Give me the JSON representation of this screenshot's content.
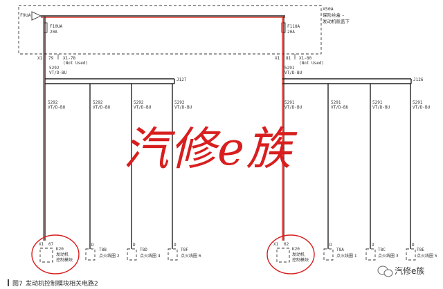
{
  "diagram": {
    "fuse_box_code": "X50A",
    "fuse_box_name_line1": "保险丝盒 –",
    "fuse_box_name_line2": "发动机舱盖下",
    "power_supply": "F9UA",
    "fuse_left": {
      "name": "F10UA",
      "rating": "20A"
    },
    "fuse_right": {
      "name": "F11UA",
      "rating": "20A"
    },
    "left_connector_labels": {
      "x1": "X1",
      "pin": "79",
      "x178": "X1-78",
      "not_used": "(Not Used)"
    },
    "right_connector_labels": {
      "x1": "X1",
      "pin": "81",
      "x180": "X1-80",
      "not_used": "(Not Used)"
    },
    "left_feed_wire": {
      "id": "5292",
      "color": "VT/D-BU"
    },
    "right_feed_wire": {
      "id": "5291",
      "color": "VT/D-BU"
    },
    "left_splice": "J127",
    "right_splice": "J126",
    "left_branch_wires": [
      {
        "id": "5292",
        "color": "VT/D-BU"
      },
      {
        "id": "5292",
        "color": "VT/D-BU"
      },
      {
        "id": "5292",
        "color": "VT/D-BU"
      },
      {
        "id": "5292",
        "color": "VT/D-BU"
      }
    ],
    "right_branch_wires": [
      {
        "id": "5291",
        "color": "VT/D-BU"
      },
      {
        "id": "5291",
        "color": "VT/D-BU"
      },
      {
        "id": "5291",
        "color": "VT/D-BU"
      },
      {
        "id": "5291",
        "color": "VT/D-BU"
      }
    ],
    "left_ecm": {
      "conn": "X1",
      "pin": "67",
      "code": "K20",
      "name_line1": "发动机",
      "name_line2": "控制模块"
    },
    "right_ecm": {
      "conn": "X1",
      "pin": "62",
      "code": "K20",
      "name_line1": "发动机",
      "name_line2": "控制模块"
    },
    "coil_pin": "D",
    "left_coils": [
      {
        "code": "T8B",
        "name": "点火线圈 2"
      },
      {
        "code": "T8D",
        "name": "点火线圈 4"
      },
      {
        "code": "T8F",
        "name": "点火线圈 6"
      }
    ],
    "right_coils": [
      {
        "code": "T8A",
        "name": "点火线圈 1"
      },
      {
        "code": "T8C",
        "name": "点火线圈 3"
      },
      {
        "code": "T8E",
        "name": "点火线圈 5"
      }
    ],
    "handwritten_watermark": "汽修e族"
  },
  "caption": {
    "figure": "图7",
    "text": "发动机控制模块相关电路2"
  },
  "brand": {
    "wechat_name": "汽修e族"
  },
  "colors": {
    "highlight_wire": "#e23b2f",
    "handwriting": "#d81e1e",
    "circle": "#d81e1e"
  }
}
